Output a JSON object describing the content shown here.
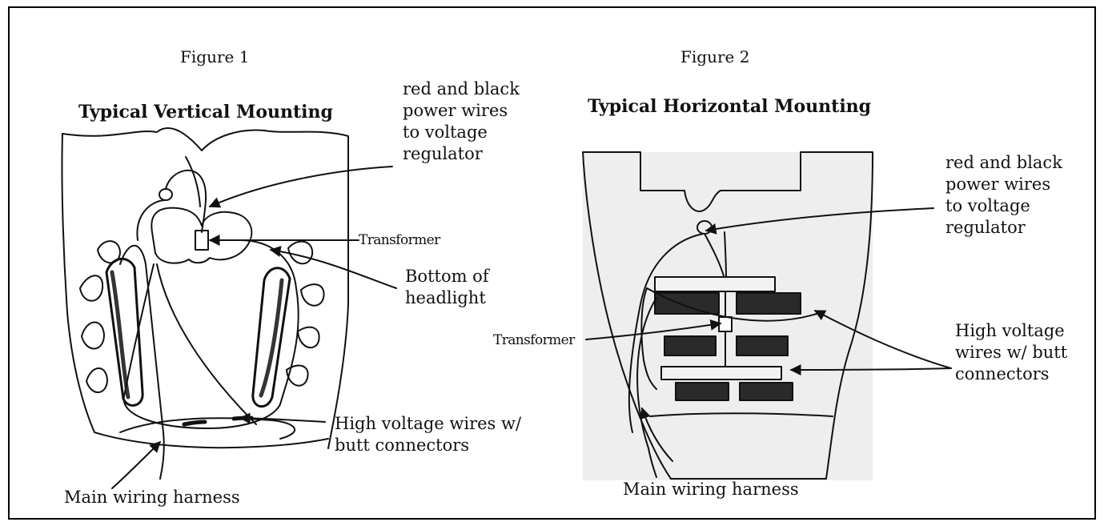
{
  "figure1": {
    "caption": "Figure 1",
    "title": "Typical Vertical Mounting",
    "labels": {
      "power_wires": "red and black\npower wires\nto voltage\nregulator",
      "transformer": "Transformer",
      "bottom_headlight": "Bottom of\nheadlight",
      "high_voltage": "High voltage wires w/\nbutt connectors",
      "main_harness": "Main wiring harness"
    }
  },
  "figure2": {
    "caption": "Figure 2",
    "title": "Typical Horizontal Mounting",
    "labels": {
      "power_wires": "red and black\npower wires\nto voltage\nregulator",
      "transformer": "Transformer",
      "high_voltage": "High voltage\nwires w/ butt\nconnectors",
      "main_harness": "Main wiring harness"
    }
  }
}
